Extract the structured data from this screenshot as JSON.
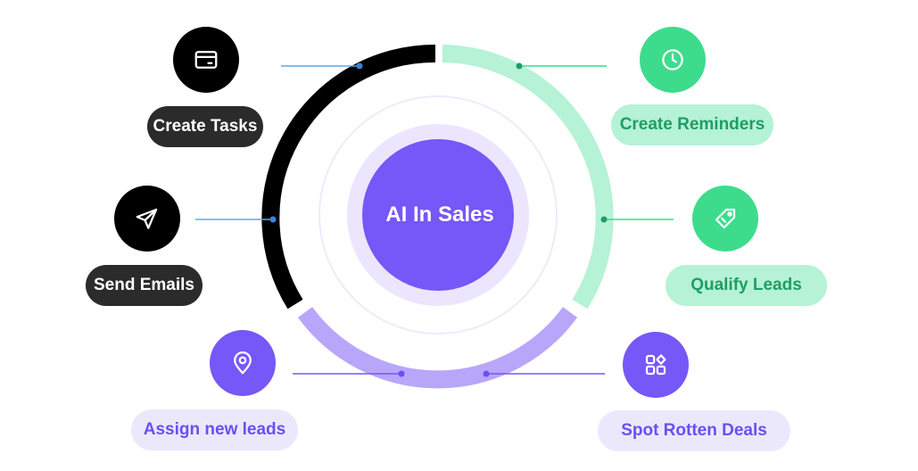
{
  "center": {
    "title": "AI In Sales"
  },
  "nodes": {
    "create_tasks": {
      "label": "Create Tasks",
      "icon": "card-icon"
    },
    "send_emails": {
      "label": "Send Emails",
      "icon": "paper-plane-icon"
    },
    "assign_new_leads": {
      "label": "Assign new leads",
      "icon": "location-pin-icon"
    },
    "create_reminders": {
      "label": "Create Reminders",
      "icon": "clock-icon"
    },
    "qualify_leads": {
      "label": "Qualify Leads",
      "icon": "tag-icon"
    },
    "spot_rotten_deals": {
      "label": "Spot Rotten Deals",
      "icon": "apps-grid-icon"
    }
  },
  "colors": {
    "dark": "#000000",
    "green_ring": "#b5f2d6",
    "green_accent": "#3ddc8d",
    "purple_ring": "#b8a6fb",
    "purple_accent": "#7657f7",
    "connector_blue": "#5aa9f0"
  }
}
